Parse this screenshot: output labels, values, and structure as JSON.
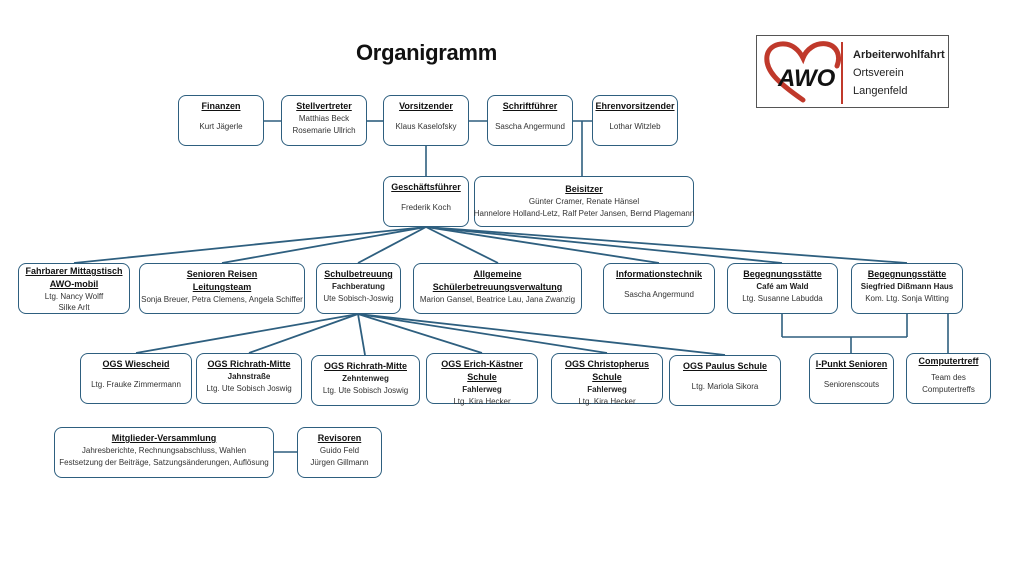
{
  "title": "Organigramm",
  "logo": {
    "mark": "AWO",
    "line1": "Arbeiterwohlfahrt",
    "line2": "Ortsverein",
    "line3": "Langenfeld",
    "colors": {
      "heart": "#c0392b",
      "text": "#111111"
    }
  },
  "colors": {
    "box_border": "#2e5f7f",
    "line": "#2e5f7f"
  },
  "board": [
    {
      "id": "finanzen",
      "heading": "Finanzen",
      "lines": [
        "Kurt Jägerle"
      ]
    },
    {
      "id": "stellvertreter",
      "heading": "Stellvertreter",
      "lines": [
        "Matthias Beck",
        "Rosemarie Ullrich"
      ]
    },
    {
      "id": "vorsitzender",
      "heading": "Vorsitzender",
      "lines": [
        "Klaus Kaselofsky"
      ]
    },
    {
      "id": "schriftfuehrer",
      "heading": "Schriftführer",
      "lines": [
        "Sascha Angermund"
      ]
    },
    {
      "id": "ehrenvorsitzender",
      "heading": "Ehrenvorsitzender",
      "lines": [
        "Lothar Witzleb"
      ]
    }
  ],
  "management": [
    {
      "id": "geschaeftsfuehrer",
      "heading": "Geschäftsführer",
      "lines": [
        "Frederik Koch"
      ]
    },
    {
      "id": "beisitzer",
      "heading": "Beisitzer",
      "lines": [
        "Günter Cramer, Renate Hänsel",
        "Hannelore Holland-Letz, Ralf Peter Jansen, Bernd Plagemann"
      ]
    }
  ],
  "departments": [
    {
      "id": "mittagstisch",
      "heading": "Fahrbarer Mittagstisch",
      "heading2": "AWO-mobil",
      "lines": [
        "Ltg. Nancy Wolff",
        "Silke Arlt"
      ]
    },
    {
      "id": "senioren-reisen",
      "heading": "Senioren Reisen",
      "heading2": "Leitungsteam",
      "lines": [
        "Sonja Breuer, Petra Clemens, Angela Schiffer"
      ]
    },
    {
      "id": "schulbetreuung",
      "heading": "Schulbetreuung",
      "sub": "Fachberatung",
      "lines": [
        "Ute Sobisch-Joswig"
      ]
    },
    {
      "id": "schuelerbetreuungsverwaltung",
      "heading": "Allgemeine",
      "heading2": "Schülerbetreuungsverwaltung",
      "lines": [
        "Marion Gansel, Beatrice Lau, Jana Zwanzig"
      ]
    },
    {
      "id": "informationstechnik",
      "heading": "Informationstechnik",
      "lines": [
        "Sascha Angermund"
      ]
    },
    {
      "id": "cafe-am-wald",
      "heading": "Begegnungsstätte",
      "sub": "Café am Wald",
      "lines": [
        "Ltg. Susanne Labudda"
      ]
    },
    {
      "id": "dissmann-haus",
      "heading": "Begegnungsstätte",
      "sub": "Siegfried Dißmann Haus",
      "lines": [
        "Kom. Ltg. Sonja Witting"
      ]
    }
  ],
  "schools": [
    {
      "id": "wiescheid",
      "heading": "OGS Wiescheid",
      "lines": [
        "Ltg. Frauke Zimmermann"
      ]
    },
    {
      "id": "richrath-jahn",
      "heading": "OGS Richrath-Mitte",
      "sub": "Jahnstraße",
      "lines": [
        "Ltg. Ute Sobisch Joswig"
      ]
    },
    {
      "id": "richrath-zehnten",
      "heading": "OGS Richrath-Mitte",
      "sub": "Zehntenweg",
      "lines": [
        "Ltg. Ute Sobisch Joswig"
      ]
    },
    {
      "id": "kaestner",
      "heading": "OGS Erich-Kästner Schule",
      "sub": "Fahlerweg",
      "lines": [
        "Ltg. Kira Hecker"
      ]
    },
    {
      "id": "christopherus",
      "heading": "OGS Christopherus Schule",
      "sub": "Fahlerweg",
      "lines": [
        "Ltg. Kira Hecker"
      ]
    },
    {
      "id": "paulus",
      "heading": "OGS Paulus Schule",
      "lines": [
        "Ltg. Mariola Sikora"
      ]
    }
  ],
  "senior_units": [
    {
      "id": "i-punkt",
      "heading": "I-Punkt Senioren",
      "lines": [
        "Seniorenscouts"
      ]
    },
    {
      "id": "computertreff",
      "heading": "Computertreff",
      "lines": [
        "Team des",
        "Computertreffs"
      ]
    }
  ],
  "assembly": [
    {
      "id": "mitgliederversammlung",
      "heading": "Mitglieder-Versammlung",
      "lines": [
        "Jahresberichte, Rechnungsabschluss, Wahlen",
        "Festsetzung der Beiträge, Satzungsänderungen, Auflösung"
      ]
    },
    {
      "id": "revisoren",
      "heading": "Revisoren",
      "lines": [
        "Guido Feld",
        "Jürgen Gillmann"
      ]
    }
  ]
}
